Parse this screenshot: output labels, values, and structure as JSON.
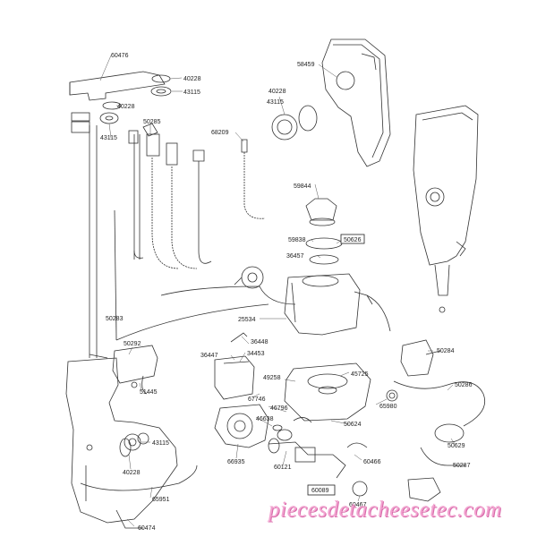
{
  "labels": {
    "p60476": "60476",
    "p40228a": "40228",
    "p43115a": "43115",
    "p40228b": "40228",
    "p43115b": "43115",
    "p50285": "50285",
    "p68209": "68209",
    "p58459": "58459",
    "p40228c": "40228",
    "p43115c": "43115",
    "p59844": "59844",
    "p59838": "59838",
    "p50626": "50626",
    "p36457": "36457",
    "p50283": "50283",
    "p25534": "25534",
    "p50292": "50292",
    "p36448": "36448",
    "p36447": "36447",
    "p34453": "34453",
    "p50284": "50284",
    "p45725": "45725",
    "p49258": "49258",
    "p51445": "51445",
    "p67746": "67746",
    "p50286": "50286",
    "p46796": "46796",
    "p65980": "65980",
    "p46638": "46638",
    "p50624": "50624",
    "p43115d": "43115",
    "p66935": "66935",
    "p50629": "50629",
    "p60121": "60121",
    "p60466": "60466",
    "p40228d": "40228",
    "p50287": "50287",
    "p60089": "60089",
    "p65951": "65951",
    "p60467": "60467",
    "p60474": "60474"
  },
  "watermark": "piecesdetacheesetec.com"
}
